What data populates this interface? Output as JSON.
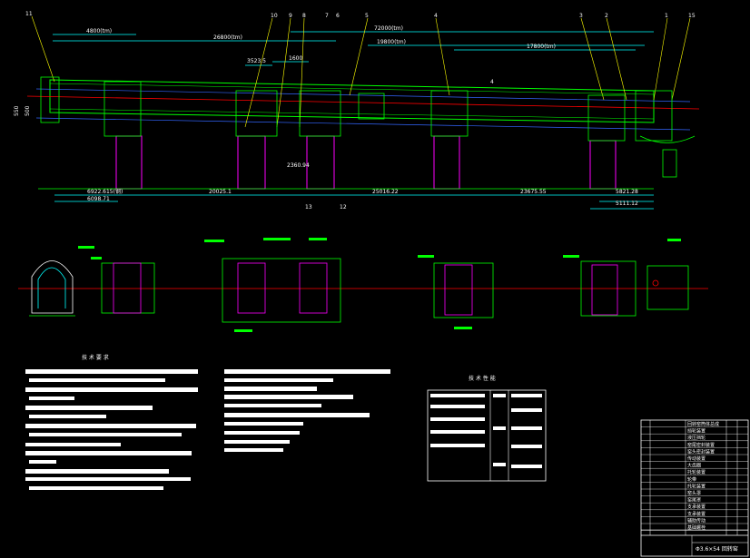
{
  "drawing": {
    "balloons_top": [
      "11",
      "10",
      "9",
      "8",
      "7",
      "6",
      "5",
      "4",
      "3",
      "2",
      "1",
      "15"
    ],
    "balloons_bottom": [
      "13",
      "12"
    ],
    "dims_top": [
      "4800(tm)",
      "26800(tm)",
      "72000(tm)",
      "19800(tm)",
      "17800(tm)",
      "3523.5",
      "1600",
      "4"
    ],
    "dims_bottom": [
      "6922.615(钢)",
      "6098.71",
      "20025.1",
      "25016.22",
      "23675.55",
      "5821.28",
      "5111.12"
    ],
    "dims_left": [
      "550",
      "500"
    ],
    "dims_misc": [
      "2360.94"
    ]
  },
  "notes": {
    "tech_req_title": "技 术 要 求",
    "perf_title": "技 术 性 能"
  },
  "title_block": {
    "parts": [
      "回转窑筒体总成",
      "挡轮装置",
      "液压挡轮",
      "窑尾密封装置",
      "窑头密封装置",
      "传动装置",
      "大齿圈",
      "托轮装置",
      "轮带",
      "托轮装置",
      "窑头罩",
      "窑尾罩",
      "支承装置",
      "支承装置",
      "辅助传动",
      "基础螺栓"
    ],
    "drawing_title": "Φ3.6×54 回转窑"
  },
  "colors": {
    "background": "#000000",
    "main": "#00ff00",
    "axis": "#ff0000",
    "cyan": "#00ffff",
    "magenta": "#ff00ff",
    "yellow": "#ffff00",
    "white": "#ffffff"
  }
}
